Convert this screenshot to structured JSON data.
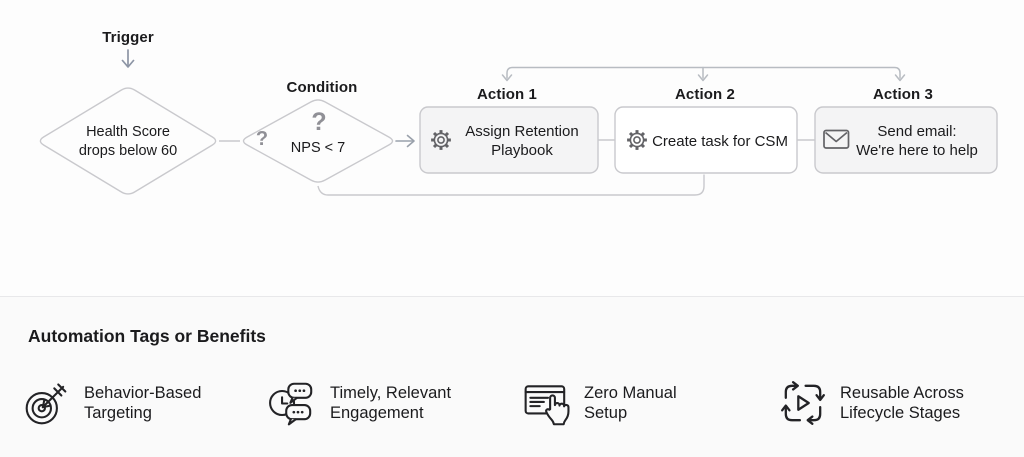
{
  "flow": {
    "trigger": {
      "label": "Trigger",
      "diamond_lines": [
        "Health Score",
        "drops below 60"
      ]
    },
    "condition": {
      "label": "Condition",
      "value": "NPS < 7",
      "question_mark": "?"
    },
    "actions": [
      {
        "label": "Action 1",
        "lines": [
          "Assign Retention",
          "Playbook"
        ],
        "icon": "gear-icon"
      },
      {
        "label": "Action 2",
        "lines": [
          "Create task for CSM"
        ],
        "icon": "gear-icon"
      },
      {
        "label": "Action 3",
        "lines": [
          "Send email:",
          "We're here to help"
        ],
        "icon": "envelope-icon"
      }
    ]
  },
  "benefits": {
    "heading": "Automation Tags or Benefits",
    "items": [
      {
        "lines": [
          "Behavior-Based",
          "Targeting"
        ],
        "icon": "target-icon"
      },
      {
        "lines": [
          "Timely, Relevant",
          "Engagement"
        ],
        "icon": "chat-clock-icon"
      },
      {
        "lines": [
          "Zero Manual",
          "Setup"
        ],
        "icon": "window-hand-icon"
      },
      {
        "lines": [
          "Reusable Across",
          "Lifecycle Stages"
        ],
        "icon": "loop-play-icon"
      }
    ]
  },
  "colors": {
    "line": "#c9c9cd",
    "trigger_arrow": "#8d95a5",
    "flow_arrow": "#9aa1ab",
    "bracket": "#b8bcc2",
    "box_fill": "#f4f4f5",
    "box_fill_alt": "#ffffff",
    "text": "#1b1b1d",
    "question_mark": "#909096",
    "node_icon_stroke": "#636367",
    "benefit_icon_stroke": "#232326",
    "divider": "#e8e8ea",
    "bottom_bg": "#fafafa"
  }
}
